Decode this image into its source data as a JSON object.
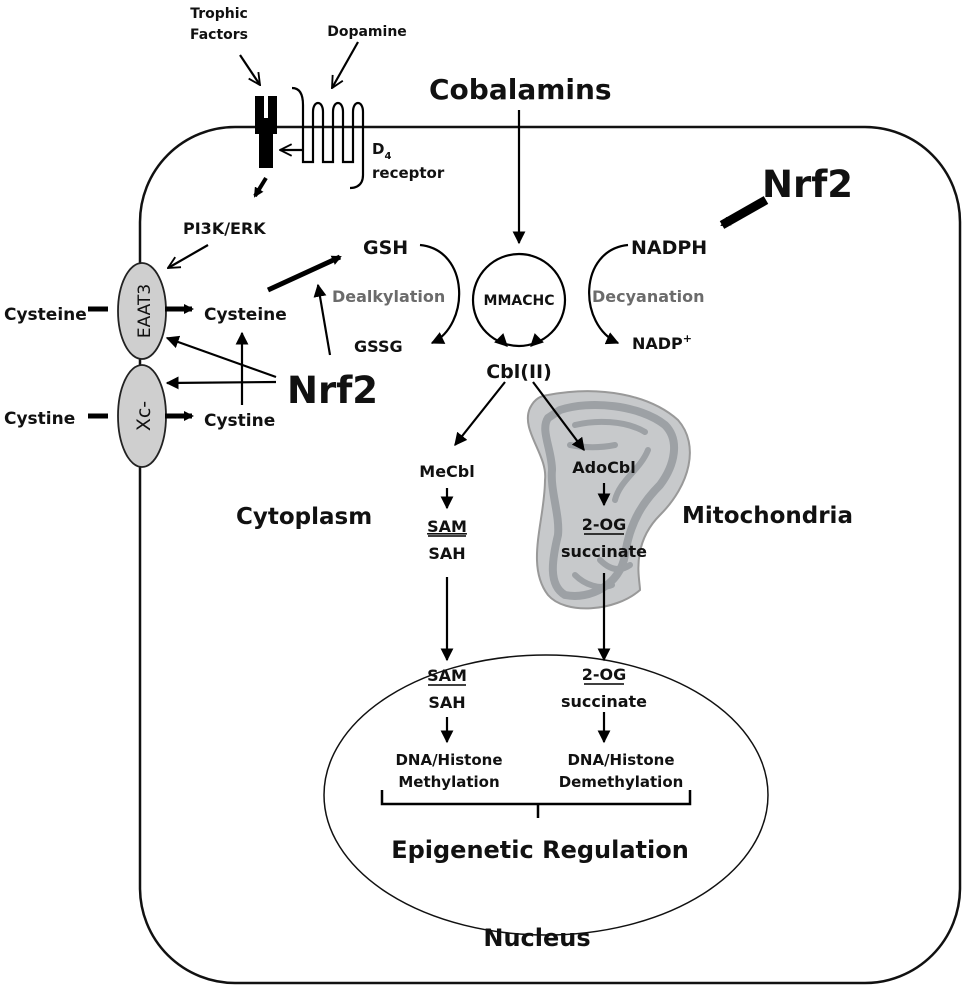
{
  "labels": {
    "trophic_line1": "Trophic",
    "trophic_line2": "Factors",
    "dopamine": "Dopamine",
    "d4_d": "D",
    "d4_sub": "4",
    "d4_receptor": "receptor",
    "pi3k_erk": "PI3K/ERK",
    "cobalamins": "Cobalamins",
    "nrf2_top": "Nrf2",
    "gsh": "GSH",
    "dealkylation": "Dealkylation",
    "gssg": "GSSG",
    "mmachc": "MMACHC",
    "nadph": "NADPH",
    "decyanation": "Decyanation",
    "nadp": "NADP",
    "nadp_sup": "+",
    "eaat3": "EAAT3",
    "xc": "Xc-",
    "cysteine_out": "Cysteine",
    "cystine_out": "Cystine",
    "cysteine_in": "Cysteine",
    "cystine_in": "Cystine",
    "nrf2_left": "Nrf2",
    "cbl_ii": "Cbl(II)",
    "mecbl": "MeCbl",
    "sam1": "SAM",
    "sah1": "SAH",
    "cytoplasm": "Cytoplasm",
    "adocbl": "AdoCbl",
    "og1": "2-OG",
    "succinate1": "succinate",
    "mitochondria": "Mitochondria",
    "sam2": "SAM",
    "sah2": "SAH",
    "og2": "2-OG",
    "succinate2": "succinate",
    "dna_meth_1": "DNA/Histone",
    "dna_meth_2": "Methylation",
    "dna_demeth_1": "DNA/Histone",
    "dna_demeth_2": "Demethylation",
    "epigenetic": "Epigenetic Regulation",
    "nucleus": "Nucleus"
  },
  "colors": {
    "transporter_fill": "#cfcfcf",
    "mito_fill": "#c7c9cb",
    "mito_inner": "#9da1a5"
  }
}
